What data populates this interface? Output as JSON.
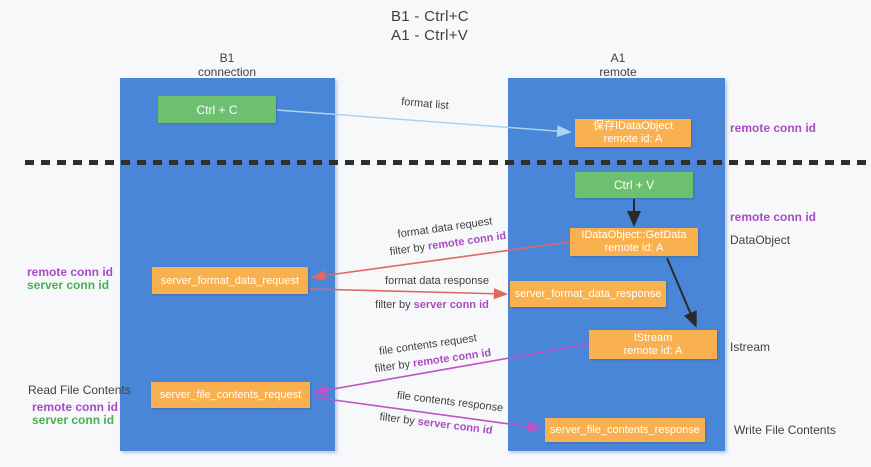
{
  "title": {
    "line1": "B1 - Ctrl+C",
    "line2": "A1 - Ctrl+V"
  },
  "lanes": {
    "left": {
      "title": "B1",
      "subtitle": "connection"
    },
    "right": {
      "title": "A1",
      "subtitle": "remote"
    }
  },
  "boxes": {
    "ctrl_c": {
      "label": "Ctrl + C"
    },
    "ctrl_v": {
      "label": "Ctrl + V"
    },
    "save_dataobject": {
      "line1": "保存IDataObject",
      "line2": "remote id: A"
    },
    "getdata": {
      "line1": "IDataObject::GetData",
      "line2": "remote id: A"
    },
    "istream": {
      "line1": "IStream",
      "line2": "remote id: A"
    },
    "server_format_data_request": {
      "label": "server_format_data_request"
    },
    "server_format_data_response": {
      "label": "server_format_data_response"
    },
    "server_file_contents_request": {
      "label": "server_file_contents_request"
    },
    "server_file_contents_response": {
      "label": "server_file_contents_response"
    }
  },
  "right_labels": {
    "remote_conn_id_1": "remote conn id",
    "remote_conn_id_2": "remote conn id",
    "dataobject": "DataObject",
    "istream": "Istream",
    "write_file_contents": "Write File Contents"
  },
  "left_labels": {
    "remote_conn_id_1": "remote conn id",
    "server_conn_id_1": "server conn id",
    "read_file_contents": "Read File Contents",
    "remote_conn_id_2": "remote conn id",
    "server_conn_id_2": "server conn id"
  },
  "arrow_labels": {
    "format_list": "format list",
    "format_data_request": "format data request",
    "format_data_response": "format data response",
    "file_contents_request": "file contents request",
    "file_contents_response": "file contents response",
    "filter_by": "filter by ",
    "remote_conn_id": "remote conn id",
    "server_conn_id": "server conn id"
  },
  "colors": {
    "bg": "#f7f8f9",
    "lane_blue": "#4a86d8",
    "box_green": "#6ec071",
    "box_orange": "#f9b04e",
    "label_purple": "#a94cc3",
    "label_green": "#4cae52",
    "arrow_red": "#e0695f",
    "arrow_magenta": "#bf52c5",
    "arrow_blue": "#a9d3f1",
    "arrow_black": "#2a2a2a",
    "text_dark": "#3f3f3f"
  }
}
